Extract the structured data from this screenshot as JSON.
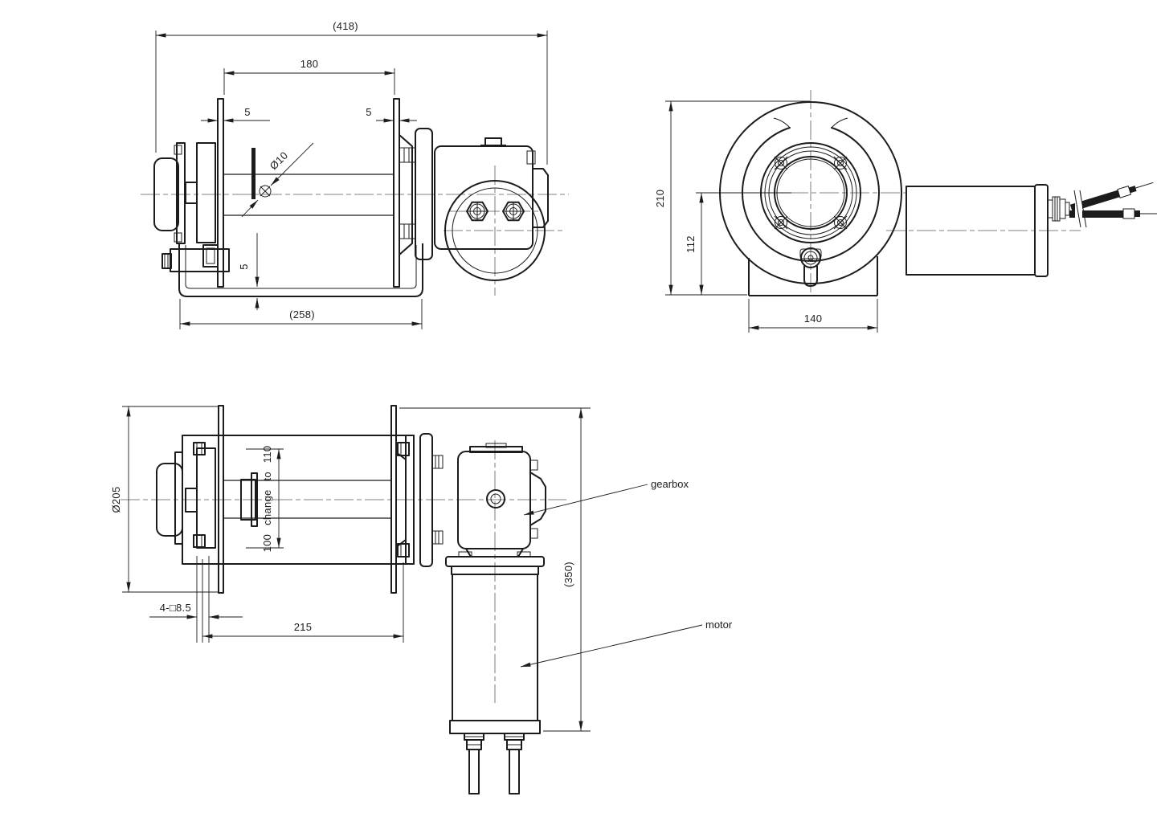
{
  "drawing": {
    "side_view": {
      "dim_overall_length": "(418)",
      "dim_flange_spacing": "180",
      "dim_flange_thickness_left": "5",
      "dim_flange_thickness_right": "5",
      "dim_rope_hole_diameter": "Ø10",
      "dim_base_thickness": "5",
      "dim_base_length": "(258)"
    },
    "front_view": {
      "dim_overall_height": "210",
      "dim_axis_to_base": "112",
      "dim_bracket_width": "140"
    },
    "plan_view": {
      "dim_flange_diameter": "Ø205",
      "dim_drum_length_note": "100 change to 110",
      "dim_mounting_holes": "4-□8.5",
      "dim_hole_spacing": "215",
      "dim_overall_depth": "(350)",
      "label_gearbox": "gearbox",
      "label_motor": "motor"
    }
  }
}
